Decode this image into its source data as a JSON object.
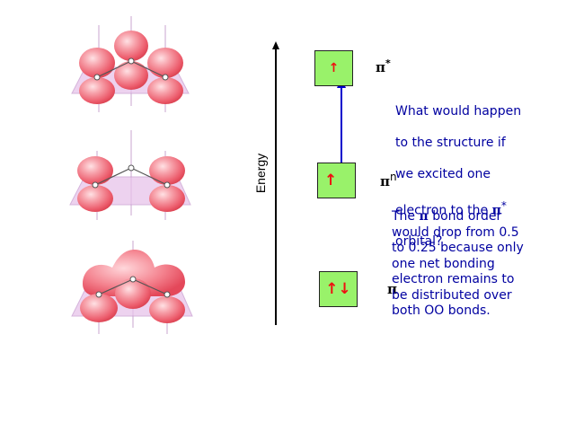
{
  "energy_axis": {
    "label": "Energy"
  },
  "levels": [
    {
      "id": "pi-star",
      "label": "π",
      "sup": "*",
      "arrows": "↑"
    },
    {
      "id": "pi-n",
      "label": "π",
      "sup": "n",
      "arrows": "↑"
    },
    {
      "id": "pi",
      "label": "π",
      "sup": "",
      "arrows": "↑↓"
    }
  ],
  "question": {
    "line1": "What would happen",
    "line2": "to the structure if",
    "line3": "we excited one",
    "line4a": "electron to the ",
    "pi": "π",
    "sup": "*",
    "line5": "orbital?"
  },
  "answer": {
    "lead": "The ",
    "pi": "π",
    "rest": " bond order\nwould drop from 0.5\nto 0.25 because only\none net bonding\nelectron remains to\nbe distributed over\nboth OO bonds."
  },
  "colors": {
    "box_fill": "#99f26a",
    "electron_arrow": "#ee1111",
    "excitation_arrow": "#0000cc",
    "text": "#0000a0",
    "lobe": "#f06a78",
    "plane": "#d9a6e0"
  },
  "orbitals": [
    "pi-star-orbital",
    "pi-nonbonding-orbital",
    "pi-bonding-orbital"
  ]
}
